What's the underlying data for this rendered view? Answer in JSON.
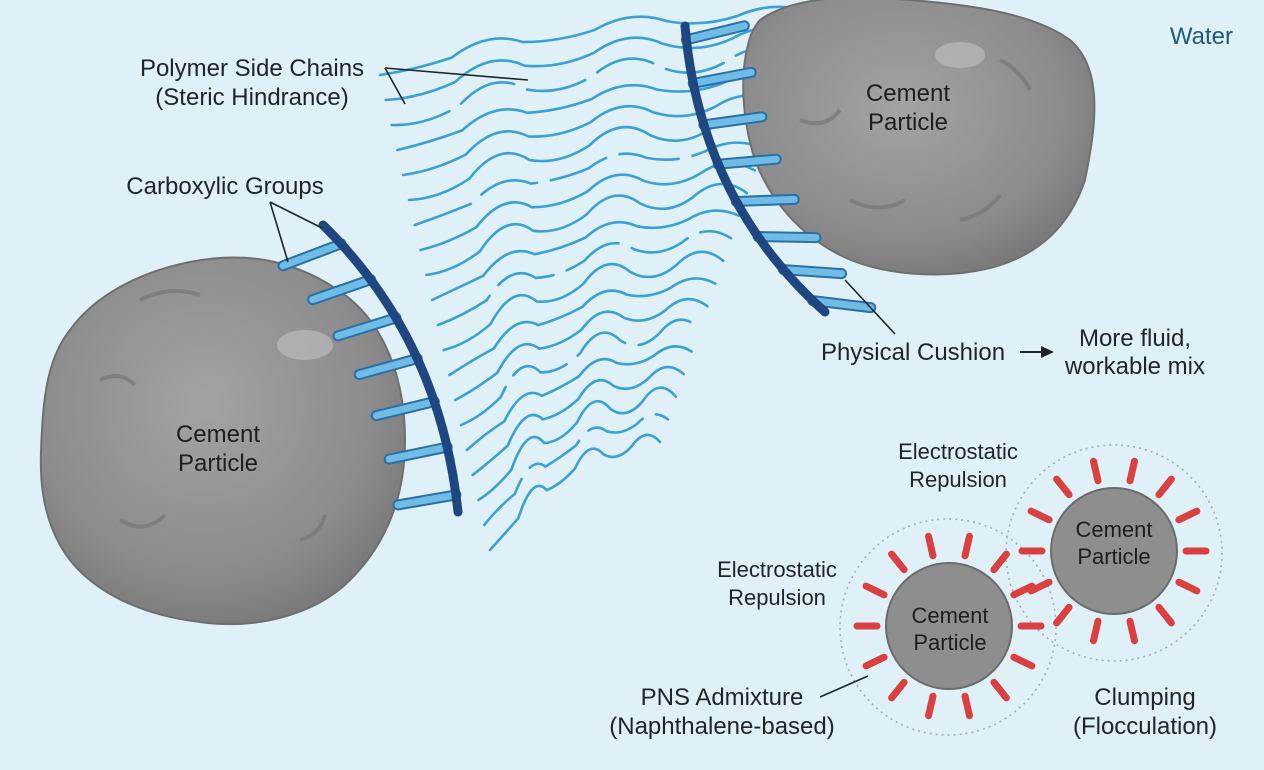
{
  "water_label": "Water",
  "labels": {
    "polymer_side_chains_1": "Polymer Side Chains",
    "polymer_side_chains_2": "(Steric Hindrance)",
    "carboxylic_groups": "Carboxylic Groups",
    "physical_cushion": "Physical Cushion",
    "result_1": "More fluid,",
    "result_2": "workable mix",
    "electrostatic_top_1": "Electrostatic",
    "electrostatic_top_2": "Repulsion",
    "electrostatic_left_1": "Electrostatic",
    "electrostatic_left_2": "Repulsion",
    "pns_1": "PNS Admixture",
    "pns_2": "(Naphthalene-based)",
    "clumping_1": "Clumping",
    "clumping_2": "(Flocculation)"
  },
  "particles": {
    "large_left": {
      "line1": "Cement",
      "line2": "Particle"
    },
    "large_right": {
      "line1": "Cement",
      "line2": "Particle"
    },
    "small_left": {
      "line1": "Cement",
      "line2": "Particle"
    },
    "small_right": {
      "line1": "Cement",
      "line2": "Particle"
    }
  },
  "colors": {
    "background": "#dff0f8",
    "particle": "#8f8f8f",
    "backbone": "#234e8c",
    "side_chain": "#3aa0d8",
    "carboxyl": "#6fbde6",
    "charge": "#d9403f"
  }
}
